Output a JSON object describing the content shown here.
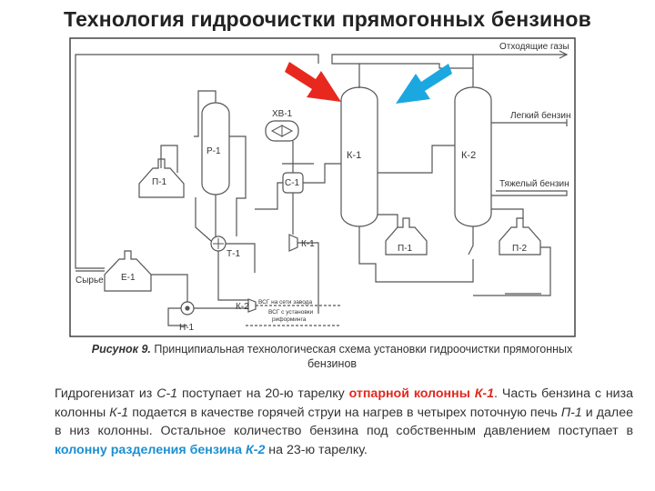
{
  "title": "Технология гидроочистки прямогонных бензинов",
  "diagram": {
    "labels": {
      "gases": "Отходящие газы",
      "light_gasoline": "Легкий бензин",
      "heavy_gasoline": "Тяжелый бензин",
      "feed": "Сырье",
      "hv1": "ХВ-1",
      "r1": "Р-1",
      "p1_left": "П-1",
      "e1": "Е-1",
      "n1": "Н-1",
      "t1": "Т-1",
      "s1": "С-1",
      "k1_cooler": "К-1",
      "k2_small": "К-2",
      "wsg_line1": "ВСГ на сети завода",
      "wsg_line2": "ВСГ с установки",
      "wsg_line3": "риформинга",
      "k1": "К-1",
      "k2": "К-2",
      "p1_right": "П-1",
      "p2": "П-2"
    },
    "colors": {
      "arrow_red": "#e8281e",
      "arrow_blue": "#1ba7e0",
      "lines": "#555555"
    }
  },
  "caption": {
    "label": "Рисунок 9.",
    "text": " Принципиальная технологическая схема установки гидроочистки прямогонных бензинов"
  },
  "paragraph": {
    "s1": "Гидрогенизат из ",
    "s2": "С-1",
    "s3": " поступает на 20-ю тарелку ",
    "s4": "отпарной колонны ",
    "s5": "К-1",
    "s6": ". Часть бензина с низа колонны ",
    "s7": "К-1",
    "s8": " подается в качестве горячей струи на нагрев в четырех поточную печь ",
    "s9": "П-1",
    "s10": " и далее в низ колонны. Остальное количество бензина под собственным давлением поступает в ",
    "s11": "колонну разделения бензина ",
    "s12": "К-2",
    "s13": " на 23-ю тарелку."
  }
}
